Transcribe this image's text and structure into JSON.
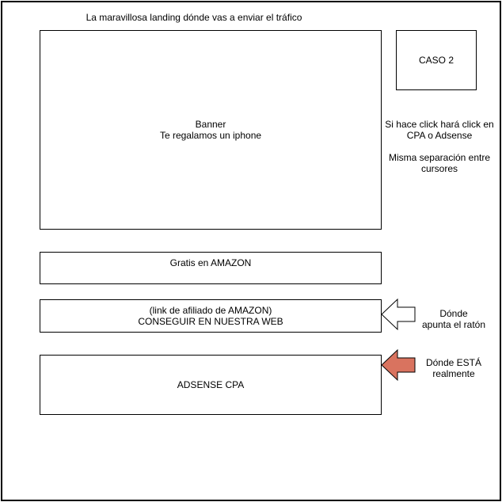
{
  "page": {
    "title": "La maravillosa landing dónde vas a enviar el tráfico"
  },
  "banner": {
    "line1": "Banner",
    "line2": "Te regalamos un iphone"
  },
  "case_box": {
    "label": "CASO 2"
  },
  "side_notes": {
    "click_note_line1": "Si hace click hará click en",
    "click_note_line2": "CPA o Adsense",
    "separation_line1": "Misma separación entre",
    "separation_line2": "cursores"
  },
  "rows": {
    "gratis": "Gratis en AMAZON",
    "affiliate_line1": "(link de afiliado de AMAZON)",
    "affiliate_line2": "CONSEGUIR EN NUESTRA WEB",
    "adsense": "ADSENSE CPA"
  },
  "pointers": {
    "mouse_line1": "Dónde",
    "mouse_line2": "apunta el ratón",
    "real_line1": "Dónde ESTÁ",
    "real_line2": "realmente",
    "colors": {
      "outline_arrow_fill": "#ffffff",
      "real_arrow_fill": "#d9735f"
    }
  }
}
